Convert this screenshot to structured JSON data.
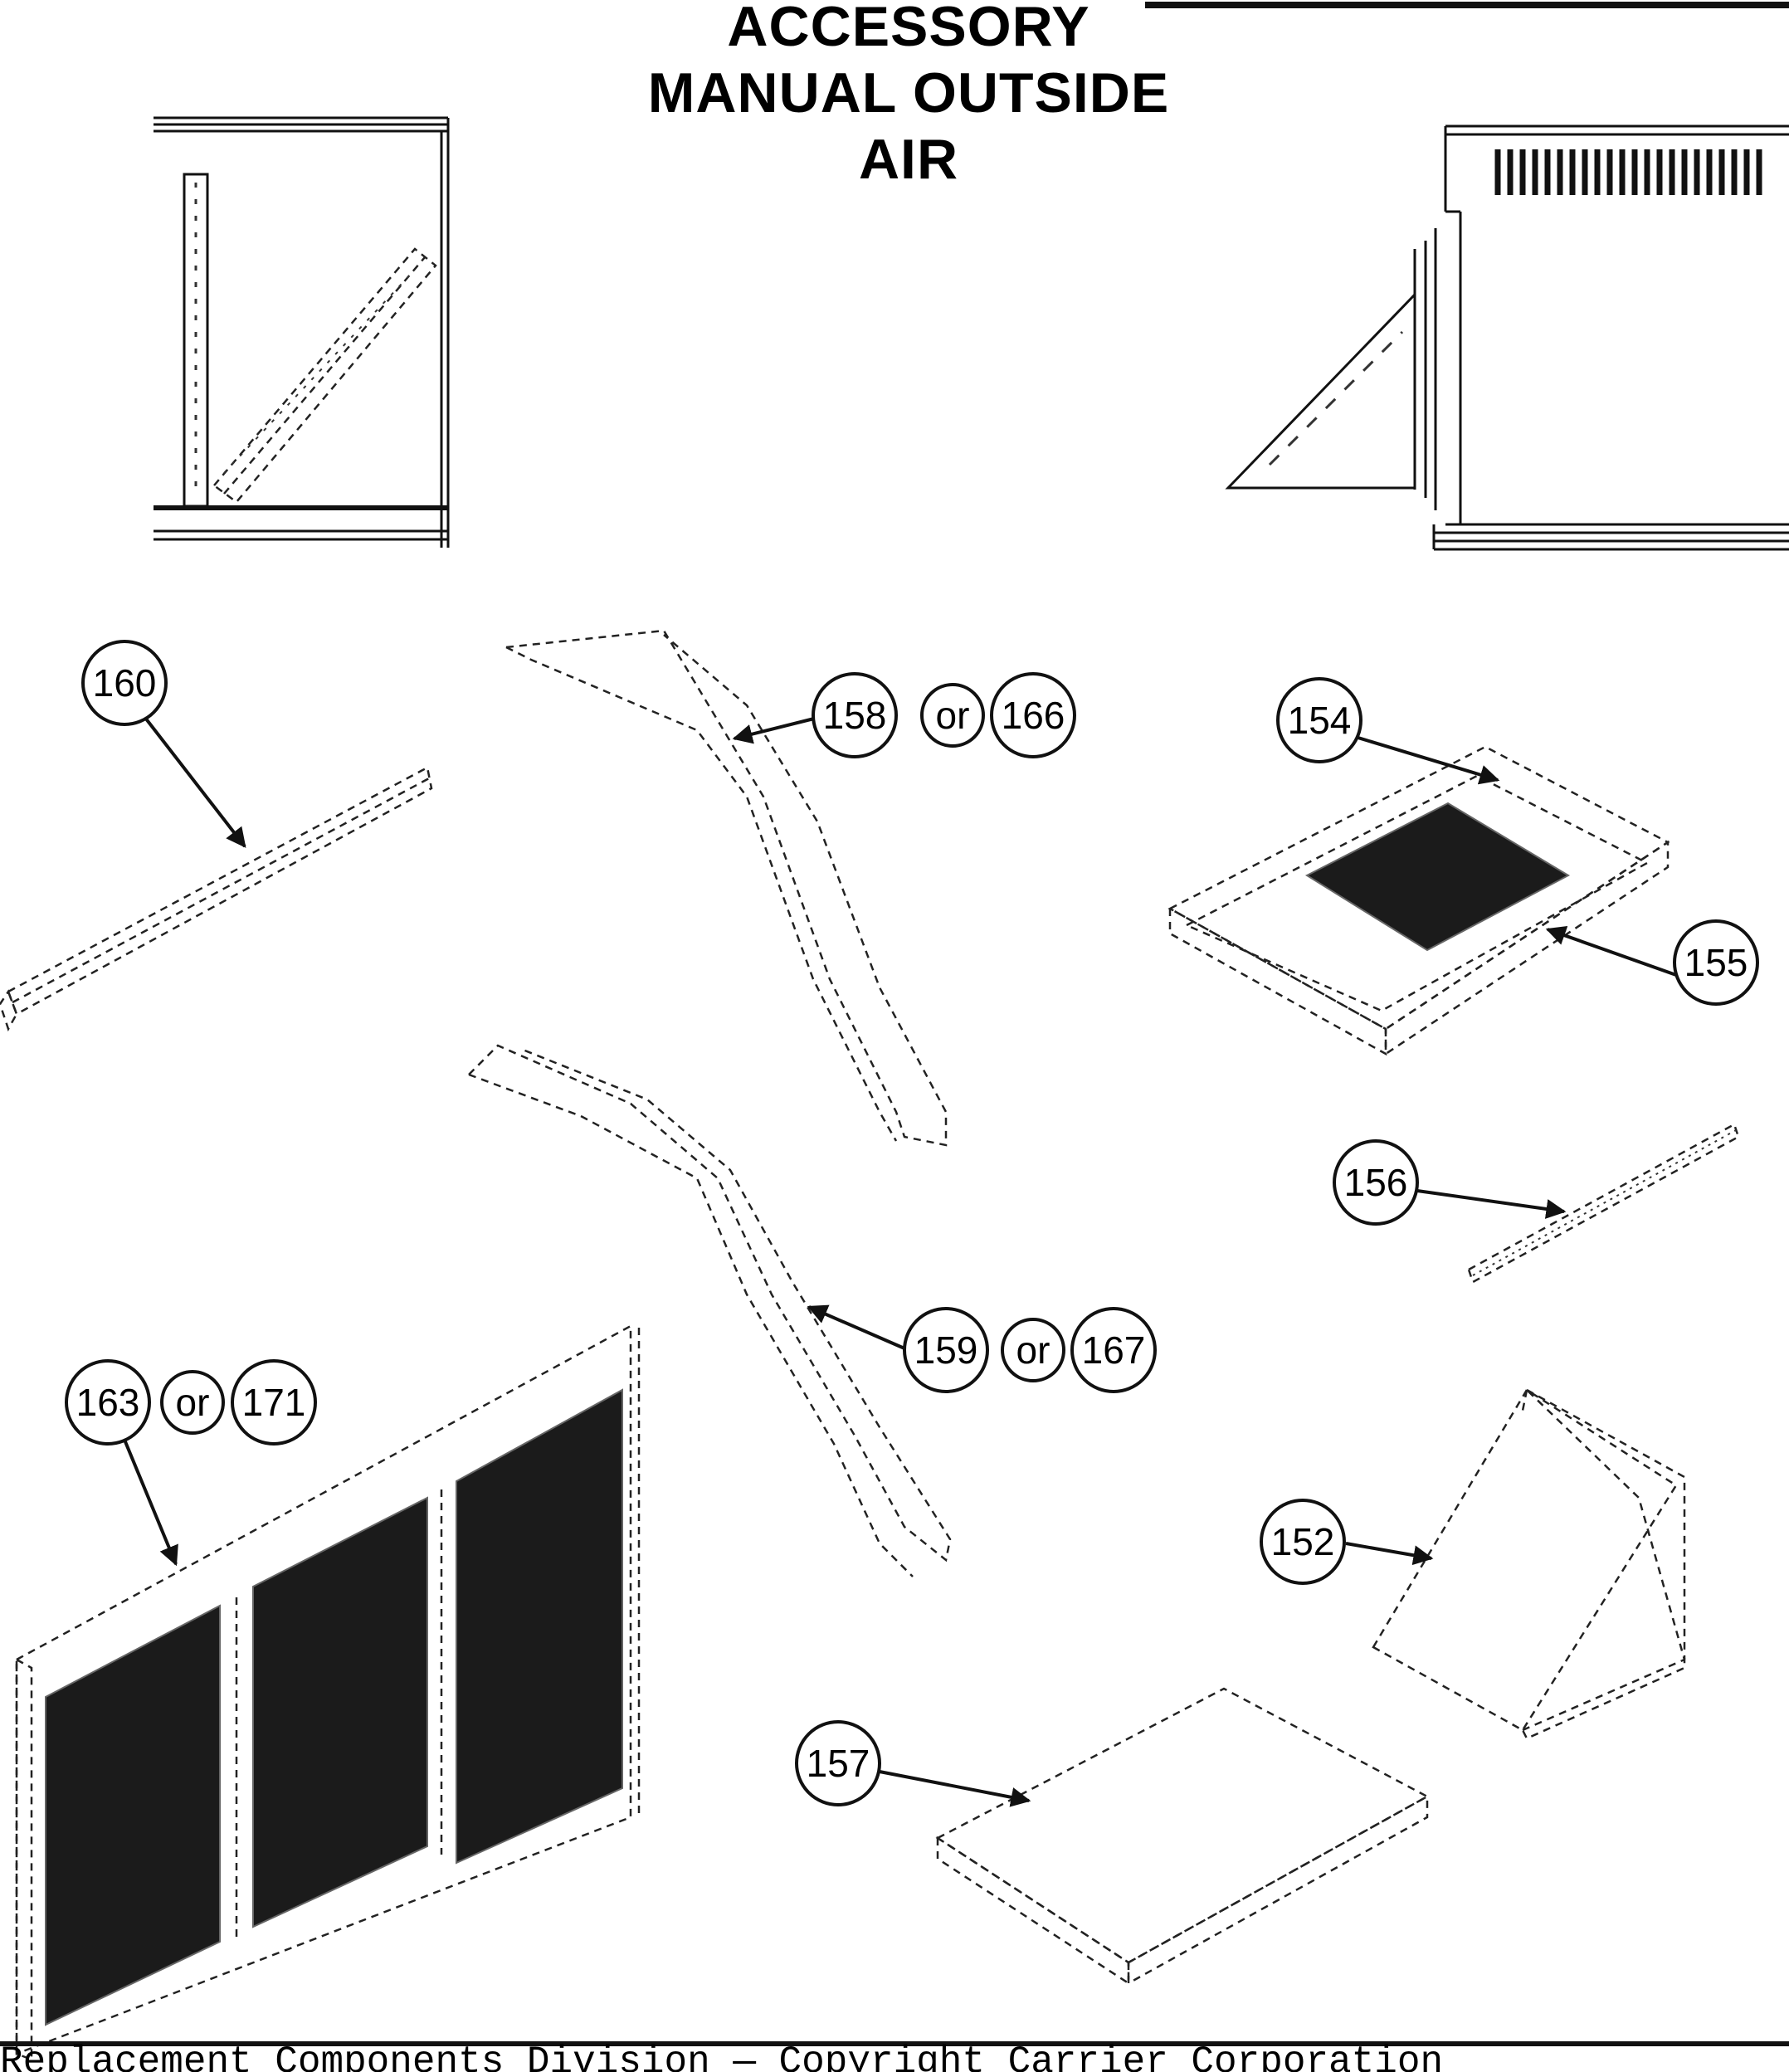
{
  "title": {
    "line1": "ACCESSORY",
    "line2": "MANUAL OUTSIDE",
    "line3": "AIR"
  },
  "callouts": {
    "c152": "152",
    "c154": "154",
    "c155": "155",
    "c156": "156",
    "c157": "157",
    "c158": "158",
    "c158_or": "or",
    "c166": "166",
    "c159": "159",
    "c159_or": "or",
    "c167": "167",
    "c160": "160",
    "c163": "163",
    "c163_or": "or",
    "c171": "171"
  },
  "footer": {
    "text": "Replacement Components Division — Copyright Carrier Corporation"
  }
}
